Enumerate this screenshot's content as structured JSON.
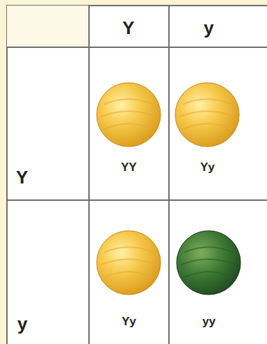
{
  "diagram": {
    "labels": [
      "Y",
      "y",
      "Y",
      "YY",
      "Yy",
      "y",
      "Yy",
      "yy"
    ]
  }
}
